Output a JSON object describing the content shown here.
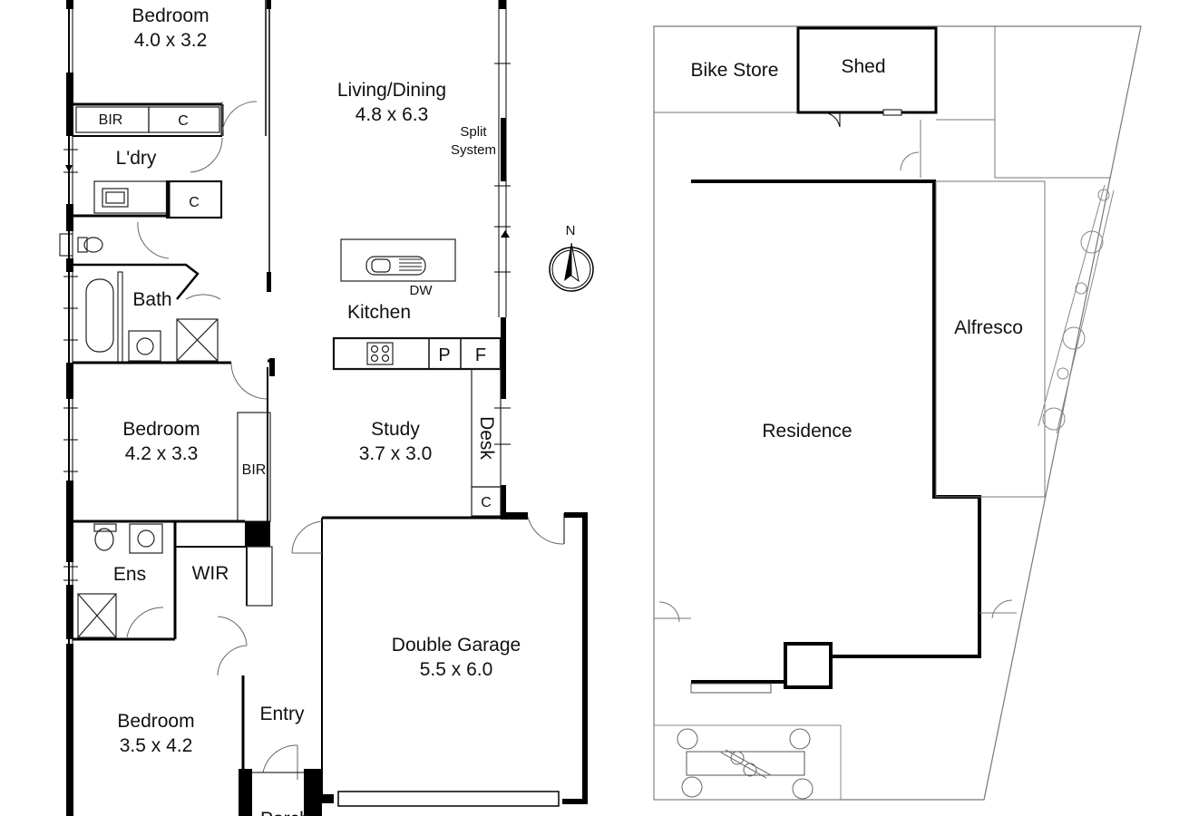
{
  "floor_plan": {
    "bedroom_1": {
      "name": "Bedroom",
      "size": "4.0 x 3.2"
    },
    "living_dining": {
      "name": "Living/Dining",
      "size": "4.8 x 6.3"
    },
    "bir_1": "BIR",
    "cupboard": "C",
    "laundry": "L'dry",
    "split_system": [
      "Split",
      "System"
    ],
    "bath": "Bath",
    "kitchen": "Kitchen",
    "dishwasher": "DW",
    "pantry": "P",
    "fridge": "F",
    "compass_north": "N",
    "bedroom_2": {
      "name": "Bedroom",
      "size": "4.2 x 3.3"
    },
    "bir_2": "BIR",
    "study": {
      "name": "Study",
      "size": "3.7 x 3.0"
    },
    "desk": "Desk",
    "ensuite": "Ens",
    "wir": "WIR",
    "double_garage": {
      "name": "Double Garage",
      "size": "5.5 x 6.0"
    },
    "entry": "Entry",
    "bedroom_3": {
      "name": "Bedroom",
      "size": "3.5 x 4.2"
    },
    "porch_partial": "Porch"
  },
  "site_plan": {
    "bike_store": "Bike Store",
    "shed": "Shed",
    "alfresco": "Alfresco",
    "residence": "Residence"
  }
}
